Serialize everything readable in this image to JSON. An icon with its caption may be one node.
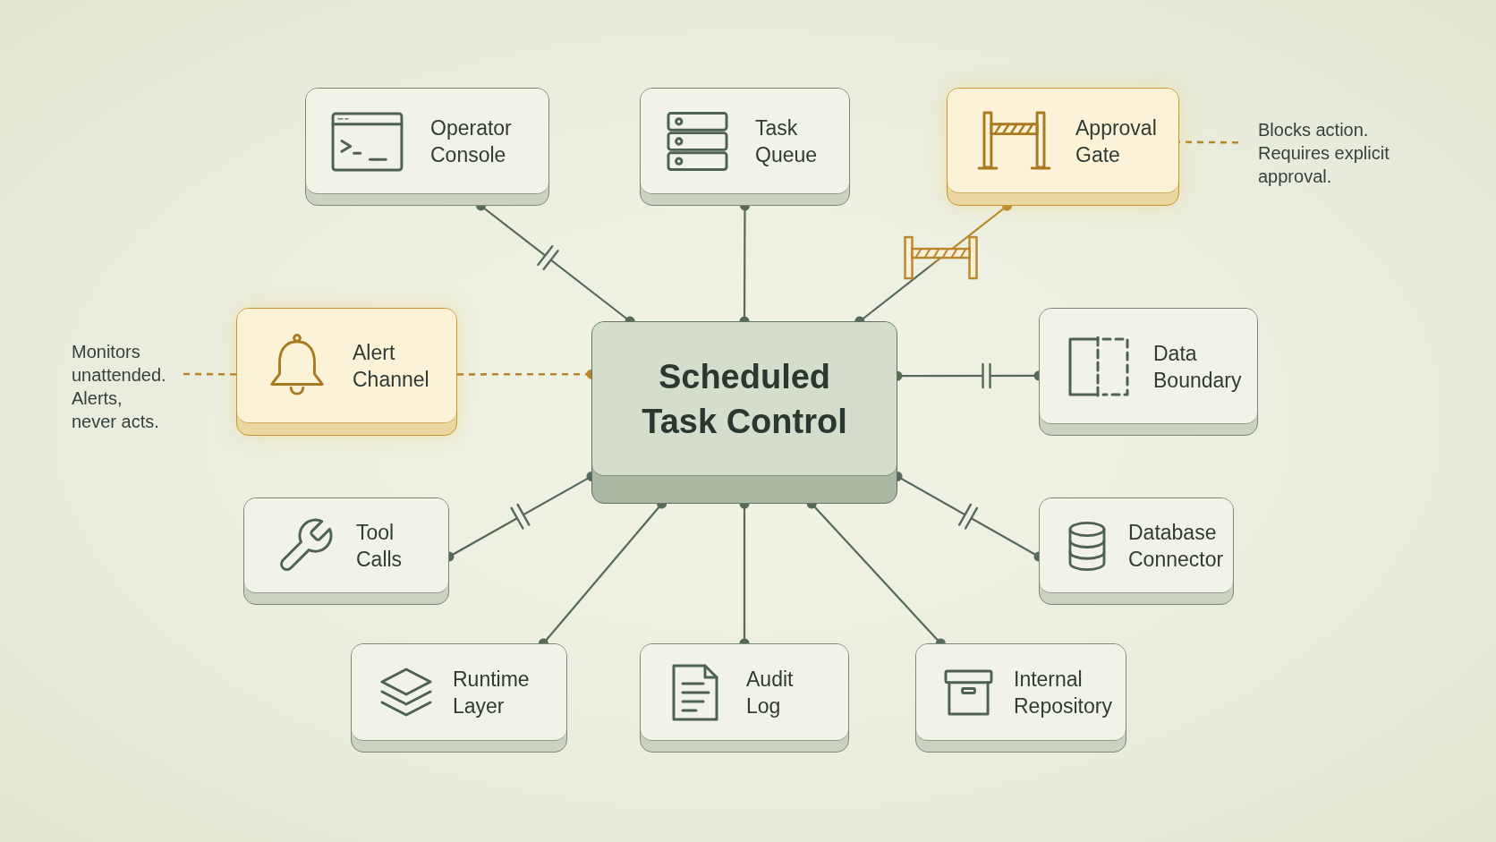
{
  "diagram": {
    "nodes": [
      {
        "text": [
          "Operator Console"
        ]
      },
      {
        "text": [
          "Task Queue"
        ]
      },
      {
        "text": [
          "Approval Gate"
        ]
      },
      {
        "text": [
          "Blocks action. Requires explicit approval."
        ]
      },
      {
        "text": [
          "Monitors unattended. Alerts, never acts."
        ]
      },
      {
        "text": [
          "Alert Channel"
        ]
      },
      {
        "text": [
          "Scheduled Task Control"
        ]
      },
      {
        "text": [
          "Data Boundary"
        ]
      },
      {
        "text": [
          "Tool Calls"
        ]
      },
      {
        "text": [
          "Database Connector"
        ]
      },
      {
        "text": [
          "Runtime Layer"
        ]
      },
      {
        "text": [
          "Audit Log"
        ]
      },
      {
        "text": [
          "Internal Repository"
        ]
      }
    ],
    "edges": [
      {
        "from": 6,
        "to": 0,
        "arrow": "other"
      },
      {
        "from": 6,
        "to": 1,
        "arrow": "other"
      },
      {
        "from": 6,
        "to": 2,
        "arrow": "other",
        "color": "#b8862b"
      },
      {
        "from": 3,
        "to": 2,
        "arrow": "none",
        "style": "dashed",
        "color": "#b8862b"
      },
      {
        "from": 4,
        "to": 5,
        "arrow": "none",
        "style": "dashed",
        "color": "#b8862b"
      },
      {
        "from": 5,
        "to": 6,
        "arrow": "other",
        "style": "dashed",
        "color": "#b8862b"
      },
      {
        "from": 6,
        "to": 7,
        "arrow": "other"
      },
      {
        "from": 6,
        "to": 8,
        "arrow": "other"
      },
      {
        "from": 6,
        "to": 9,
        "arrow": "other"
      },
      {
        "from": 6,
        "to": 10,
        "arrow": "other"
      },
      {
        "from": 6,
        "to": 11,
        "arrow": "other"
      },
      {
        "from": 6,
        "to": 12,
        "arrow": "other"
      }
    ]
  }
}
